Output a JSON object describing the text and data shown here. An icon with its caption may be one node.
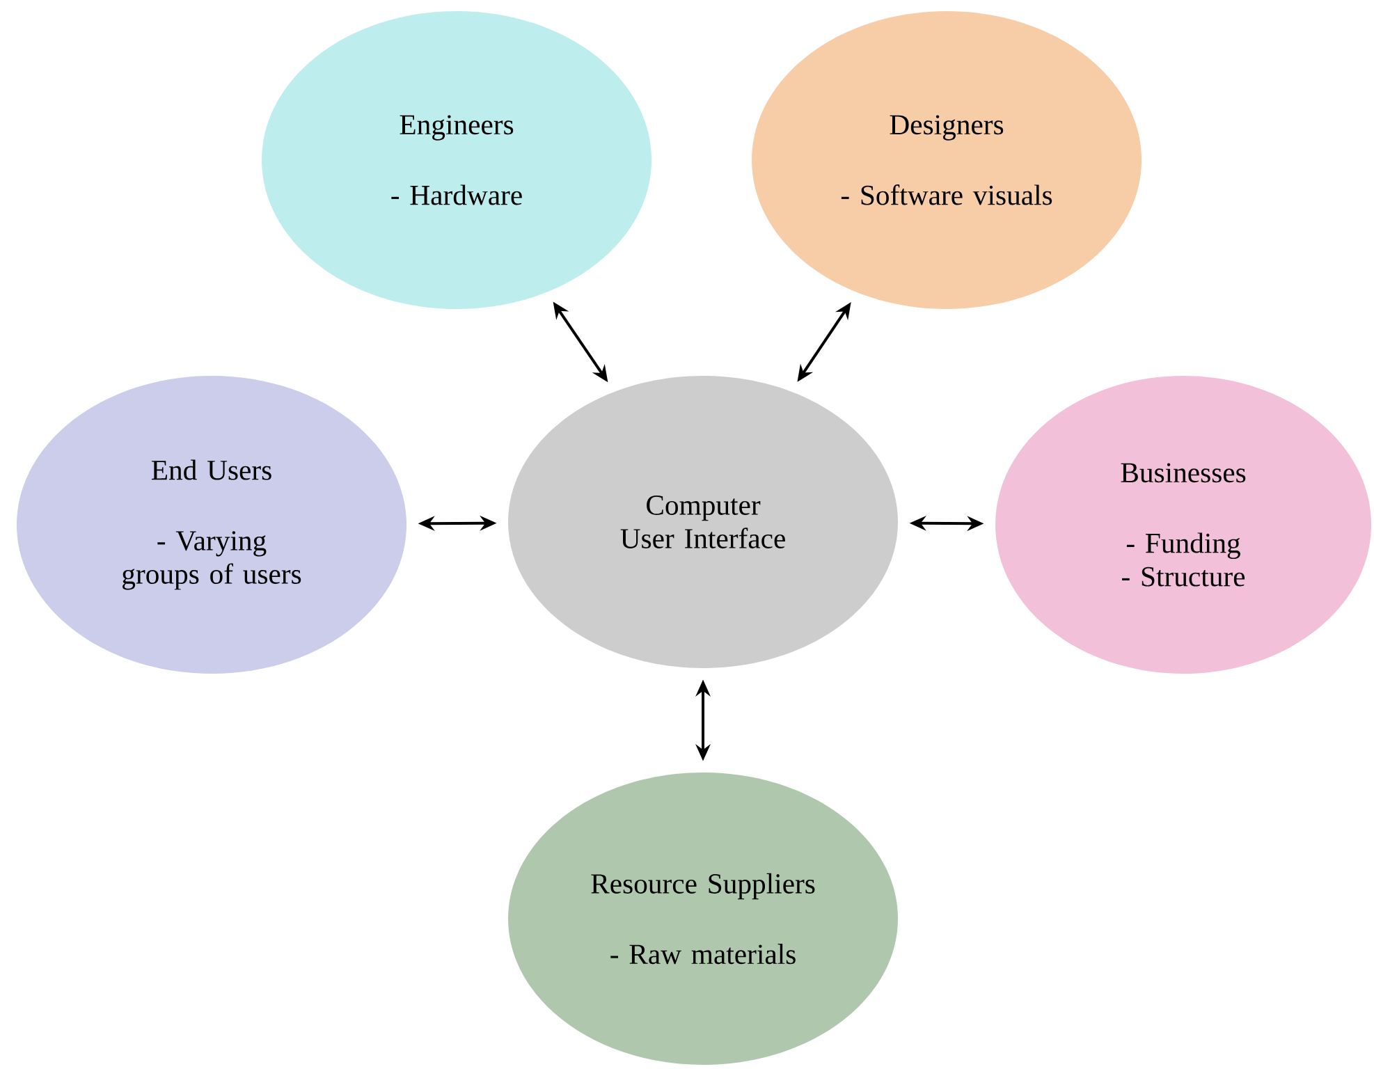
{
  "diagram": {
    "nodes": [
      {
        "text": [
          "Engineers",
          "- Hardware"
        ]
      },
      {
        "text": [
          "Designers",
          "- Software visuals"
        ]
      },
      {
        "text": [
          "End Users",
          "- Varying groups of users"
        ]
      },
      {
        "text": [
          "Computer User Interface"
        ]
      },
      {
        "text": [
          "Businesses",
          "- Funding",
          "- Structure"
        ]
      },
      {
        "text": [
          "Resource Suppliers",
          "- Raw materials"
        ]
      }
    ],
    "edges": [
      {
        "from": 3,
        "to": 0,
        "arrow": "both"
      },
      {
        "from": 3,
        "to": 1,
        "arrow": "both"
      },
      {
        "from": 3,
        "to": 2,
        "arrow": "both"
      },
      {
        "from": 3,
        "to": 4,
        "arrow": "both"
      },
      {
        "from": 3,
        "to": 5,
        "arrow": "both"
      }
    ]
  }
}
